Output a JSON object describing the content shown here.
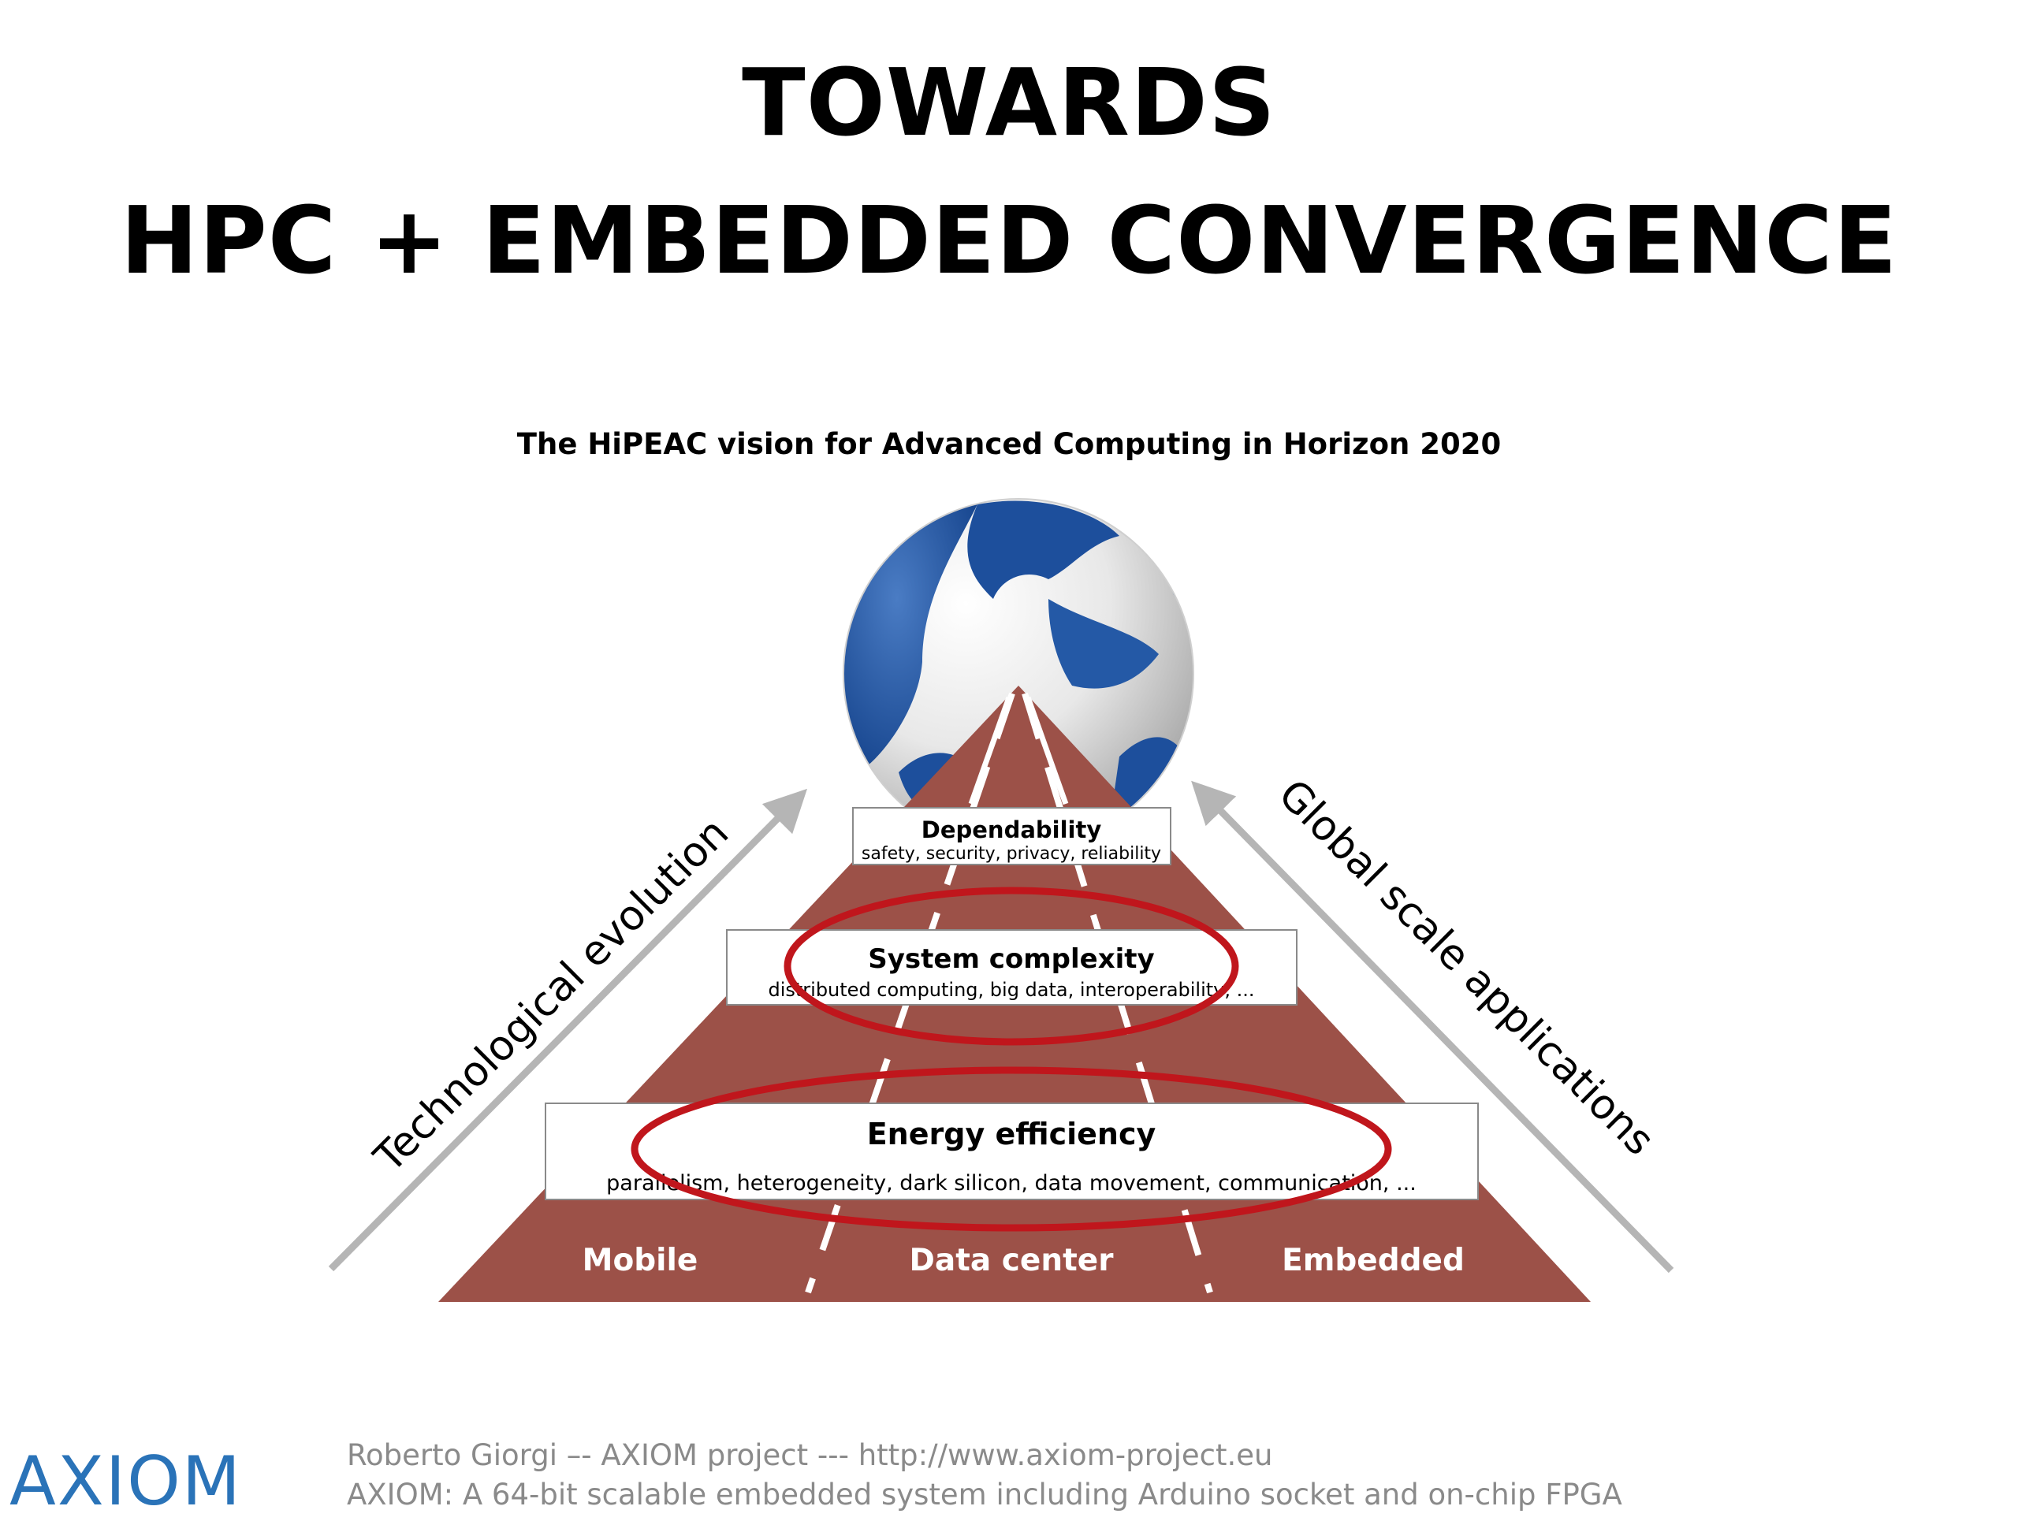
{
  "title": {
    "line1": "TOWARDS",
    "line2": "HPC + EMBEDDED CONVERGENCE"
  },
  "figure": {
    "caption": "The HiPEAC vision for Advanced Computing in Horizon 2020",
    "left_arrow_label": "Technological evolution",
    "right_arrow_label": "Global scale applications",
    "tiers": [
      {
        "heading": "Dependability",
        "detail": "safety, security, privacy, reliability"
      },
      {
        "heading": "System complexity",
        "detail": "distributed computing, big data, interoperability, ..."
      },
      {
        "heading": "Energy efficiency",
        "detail": "parallelism, heterogeneity, dark silicon, data movement, communication, ..."
      }
    ],
    "base_columns": [
      "Mobile",
      "Data center",
      "Embedded"
    ],
    "colors": {
      "pyramid": "#9c5148",
      "highlight_ellipse": "#c0161c",
      "arrow": "#b5b5b5",
      "globe_ocean": "#1d4f9c"
    }
  },
  "footer": {
    "line1": "Roberto Giorgi  –-   AXIOM project  ---  http://www.axiom-project.eu",
    "line2": "AXIOM: A 64-bit scalable embedded system including Arduino socket and on-chip FPGA"
  },
  "logo": {
    "text": "AXIOM",
    "icon": "axiom-logo-icon"
  }
}
